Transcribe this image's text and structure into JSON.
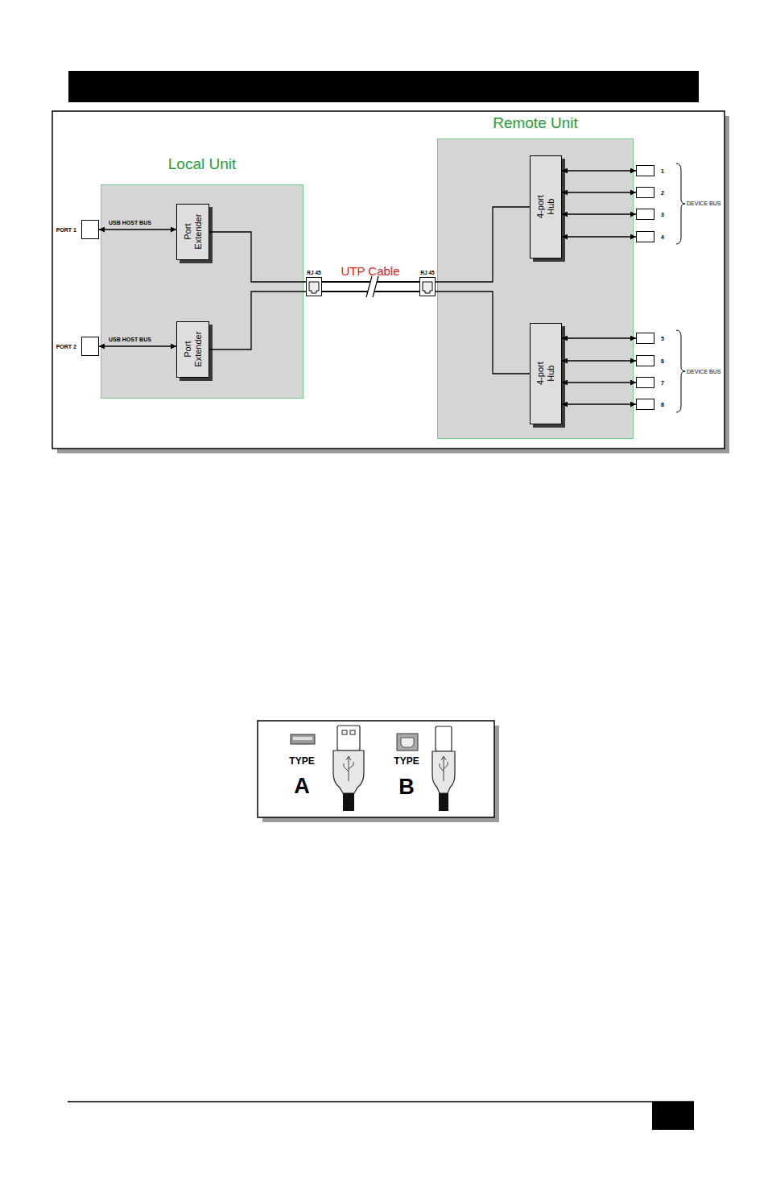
{
  "diagram": {
    "nodes": [
      {
        "text": [
          "Local Unit"
        ]
      },
      {
        "text": [
          "Port Extender"
        ],
        "in": 0
      },
      {
        "text": [
          "Port Extender"
        ],
        "in": 0
      },
      {
        "text": [
          "PORT 1"
        ]
      },
      {
        "text": [
          "PORT 2"
        ]
      },
      {
        "text": [
          "RJ 45"
        ]
      },
      {
        "text": [
          "Remote Unit"
        ]
      },
      {
        "text": [
          "RJ 45"
        ]
      },
      {
        "text": [
          "4-port Hub"
        ],
        "in": 6
      },
      {
        "text": [
          "4-port Hub"
        ],
        "in": 6
      },
      {
        "text": [
          "1"
        ]
      },
      {
        "text": [
          "2"
        ]
      },
      {
        "text": [
          "3"
        ]
      },
      {
        "text": [
          "4"
        ]
      },
      {
        "text": [
          "5"
        ]
      },
      {
        "text": [
          "6"
        ]
      },
      {
        "text": [
          "7"
        ]
      },
      {
        "text": [
          "8"
        ]
      }
    ],
    "edges": [
      {
        "from": 3,
        "to": 1,
        "arrow": "both",
        "label": "USB HOST BUS"
      },
      {
        "from": 4,
        "to": 2,
        "arrow": "both",
        "label": "USB HOST BUS"
      },
      {
        "from": 1,
        "to": 5,
        "arrow": "none"
      },
      {
        "from": 2,
        "to": 5,
        "arrow": "none"
      },
      {
        "from": 5,
        "to": 7,
        "arrow": "none",
        "label": "UTP Cable"
      },
      {
        "from": 7,
        "to": 8,
        "arrow": "none"
      },
      {
        "from": 7,
        "to": 9,
        "arrow": "none"
      },
      {
        "from": 8,
        "to": 10,
        "arrow": "both"
      },
      {
        "from": 8,
        "to": 11,
        "arrow": "both"
      },
      {
        "from": 8,
        "to": 12,
        "arrow": "both"
      },
      {
        "from": 8,
        "to": 13,
        "arrow": "both"
      },
      {
        "from": 9,
        "to": 14,
        "arrow": "both"
      },
      {
        "from": 9,
        "to": 15,
        "arrow": "both"
      },
      {
        "from": 9,
        "to": 16,
        "arrow": "both"
      },
      {
        "from": 9,
        "to": 17,
        "arrow": "both"
      }
    ],
    "labels": [
      "DEVICE BUS",
      "DEVICE BUS",
      "TYPE",
      "A",
      "TYPE",
      "B"
    ]
  }
}
